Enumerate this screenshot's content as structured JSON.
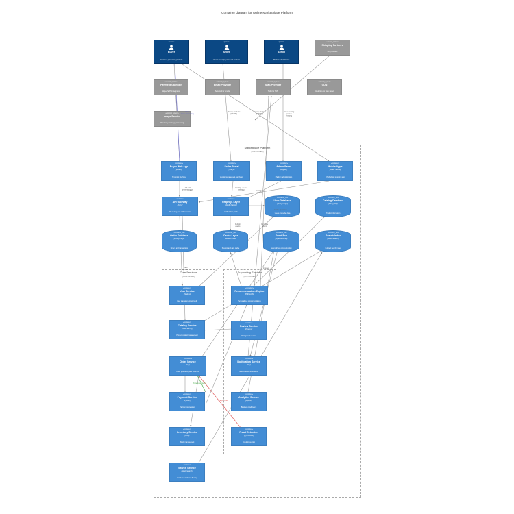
{
  "title": "Container diagram for Online Marketplace Platform",
  "boundaries": {
    "platform": {
      "label": "Marketplace Platform",
      "type": "[CONTAINER]"
    },
    "core": {
      "label": "Core Services",
      "type": "[CONTAINER]"
    },
    "support": {
      "label": "Supporting Services",
      "type": "[CONTAINER]"
    }
  },
  "stereotypes": {
    "person": "«person»",
    "external": "«external_system»",
    "container": "«container»",
    "container_db": "«container_db»"
  },
  "persons": {
    "buyer": {
      "name": "Buyer",
      "desc": "Customer purchasing products"
    },
    "seller": {
      "name": "Seller",
      "desc": "Vendor managing store and products"
    },
    "admin": {
      "name": "Admin",
      "desc": "Platform administrator"
    }
  },
  "externals": {
    "shipping": {
      "name": "Shipping Partners",
      "desc": "3PL providers"
    },
    "payment": {
      "name": "Payment Gateway",
      "desc": "Stripe/PayPal integration"
    },
    "email": {
      "name": "Email Provider",
      "desc": "SendGrid for emails"
    },
    "sms": {
      "name": "SMS Provider",
      "desc": "Twilio for SMS"
    },
    "cdn": {
      "name": "CDN",
      "desc": "CloudFlare for static assets"
    },
    "image": {
      "name": "Image Service",
      "desc": "Cloudinary for image processing"
    }
  },
  "containers": {
    "buyer_app": {
      "name": "Buyer Web App",
      "tech": "[React]",
      "desc": "Shopping interface"
    },
    "seller_portal": {
      "name": "Seller Portal",
      "tech": "[Vue.js]",
      "desc": "Vendor management dashboard"
    },
    "admin_panel": {
      "name": "Admin Panel",
      "tech": "[Angular]",
      "desc": "Platform administration"
    },
    "mobile": {
      "name": "Mobile Apps",
      "tech": "[React Native]",
      "desc": "iOS/Android shopping app"
    },
    "api_gateway": {
      "name": "API Gateway",
      "tech": "[Kong]",
      "desc": "API routing and authentication"
    },
    "graphql": {
      "name": "GraphQL Layer",
      "tech": "[Apollo Server]",
      "desc": "Unified data graph"
    },
    "user_db": {
      "name": "User Database",
      "tech": "[PostgreSQL]",
      "desc": "Users and seller data"
    },
    "catalog_db": {
      "name": "Catalog Database",
      "tech": "[MongoDB]",
      "desc": "Product information"
    },
    "order_db": {
      "name": "Order Database",
      "tech": "[PostgreSQL]",
      "desc": "Orders and transactions"
    },
    "cache": {
      "name": "Cache Layer",
      "tech": "[Redis Cluster]",
      "desc": "Session and data cache"
    },
    "event_bus": {
      "name": "Event Bus",
      "tech": "[Apache Kafka]",
      "desc": "Event-driven communication"
    },
    "search_index": {
      "name": "Search Index",
      "tech": "[Elasticsearch]",
      "desc": "Full-text search index"
    },
    "user_svc": {
      "name": "User Service",
      "tech": "[Node.js]",
      "desc": "User management and auth"
    },
    "catalog_svc": {
      "name": "Catalog Service",
      "tech": "[Java Spring]",
      "desc": "Product catalog management"
    },
    "order_svc": {
      "name": "Order Service",
      "tech": "[Go]",
      "desc": "Order processing and fulfillment"
    },
    "payment_svc": {
      "name": "Payment Service",
      "tech": "[Python]",
      "desc": "Payment processing"
    },
    "inventory_svc": {
      "name": "Inventory Service",
      "tech": "[Rust]",
      "desc": "Stock management"
    },
    "search_svc": {
      "name": "Search Service",
      "tech": "[Elasticsearch]",
      "desc": "Product search and filtering"
    },
    "reco_svc": {
      "name": "Recommendation Engine",
      "tech": "[Python/ML]",
      "desc": "Personalized recommendations"
    },
    "review_svc": {
      "name": "Review Service",
      "tech": "[Node.js]",
      "desc": "Ratings and reviews"
    },
    "notif_svc": {
      "name": "Notification Service",
      "tech": "[Go]",
      "desc": "Multi-channel notifications"
    },
    "analytics_svc": {
      "name": "Analytics Service",
      "tech": "[Python]",
      "desc": "Business intelligence"
    },
    "fraud_svc": {
      "name": "Fraud Detection",
      "tech": "[Python/ML]",
      "desc": "Fraud prevention"
    }
  },
  "edge_labels": {
    "uses_image": "Uses\nimage processing",
    "manage_products": "Manage products\n[HTTPS]",
    "manage_platform": "Manage platform\n[HTTPS]",
    "order_tracking": "Order tracking\nupdates\n[HTTPS]",
    "api_calls": "API calls\n[HTTPS/REST]",
    "graphql_queries": "GraphQL queries\n[HTTPS]",
    "analytics": "Analytics\nqueries",
    "cache_ops": "Cache operations",
    "publish_events": "Publish\nevents",
    "consume_events": "Consume\nevents",
    "process_payment": "Process payment",
    "analyze_order": "Analyze order",
    "track_behavior": "Track\nbehavior",
    "indexes": "Indexes"
  },
  "colors": {
    "person": "#0b4884",
    "external": "#999999",
    "container": "#438dd5",
    "edge": "#9a9a9a",
    "edge_purple": "#6666cc",
    "edge_green": "#44aa44",
    "edge_red": "#e05555"
  }
}
